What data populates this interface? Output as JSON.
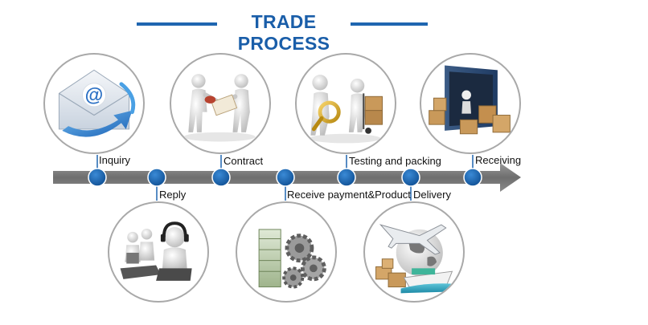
{
  "header": {
    "title": "TRADE PROCESS"
  },
  "colors": {
    "accent": "#1f66b0",
    "node": "#1a6ab5",
    "arrow": "#7a7a7a"
  },
  "steps": [
    {
      "label": "Inquiry",
      "icon": "email-at-icon"
    },
    {
      "label": "Reply",
      "icon": "customer-service-icon"
    },
    {
      "label": "Contract",
      "icon": "handshake-contract-icon"
    },
    {
      "label": "Receive payment&Product",
      "icon": "money-gears-icon"
    },
    {
      "label": "Testing and packing",
      "icon": "magnifier-boxes-icon"
    },
    {
      "label": "Delivery",
      "icon": "plane-ship-globe-icon"
    },
    {
      "label": "Receiving",
      "icon": "container-boxes-icon"
    }
  ]
}
